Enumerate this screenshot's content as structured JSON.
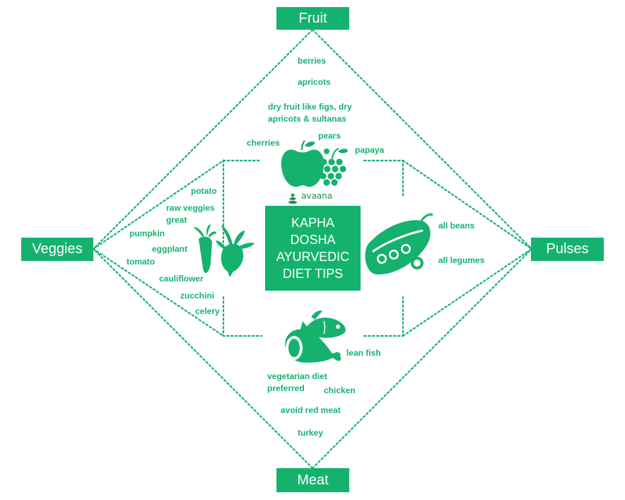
{
  "colors": {
    "accent": "#15b26e",
    "text": "#ffffff"
  },
  "categories": {
    "fruit": "Fruit",
    "veggies": "Veggies",
    "pulses": "Pulses",
    "meat": "Meat"
  },
  "center": {
    "brand": "avaana",
    "title_lines": [
      "KAPHA",
      "DOSHA",
      "AYURVEDIC",
      "DIET TIPS"
    ]
  },
  "fruit_items": {
    "berries": "berries",
    "apricots": "apricots",
    "dry_fruit_1": "dry fruit like figs, dry",
    "dry_fruit_2": "apricots & sultanas",
    "cherries": "cherries",
    "pears": "pears",
    "papaya": "papaya"
  },
  "veggie_items": {
    "potato": "potato",
    "raw_veggies": "raw veggies",
    "great": "great",
    "pumpkin": "pumpkin",
    "eggplant": "eggplant",
    "tomato": "tomato",
    "cauliflower": "cauliflower",
    "zucchini": "zucchini",
    "celery": "celery"
  },
  "pulse_items": {
    "all_beans": "all beans",
    "all_legumes": "all legumes"
  },
  "meat_items": {
    "lean_fish": "lean fish",
    "vegetarian_1": "vegetarian diet",
    "vegetarian_2": "preferred",
    "chicken": "chicken",
    "avoid_red_meat": "avoid red meat",
    "turkey": "turkey"
  },
  "icons": [
    "apple-icon",
    "grapes-icon",
    "carrot-icon",
    "beet-icon",
    "peapod-icon",
    "ham-icon",
    "fish-icon",
    "avaana-logo-icon"
  ]
}
